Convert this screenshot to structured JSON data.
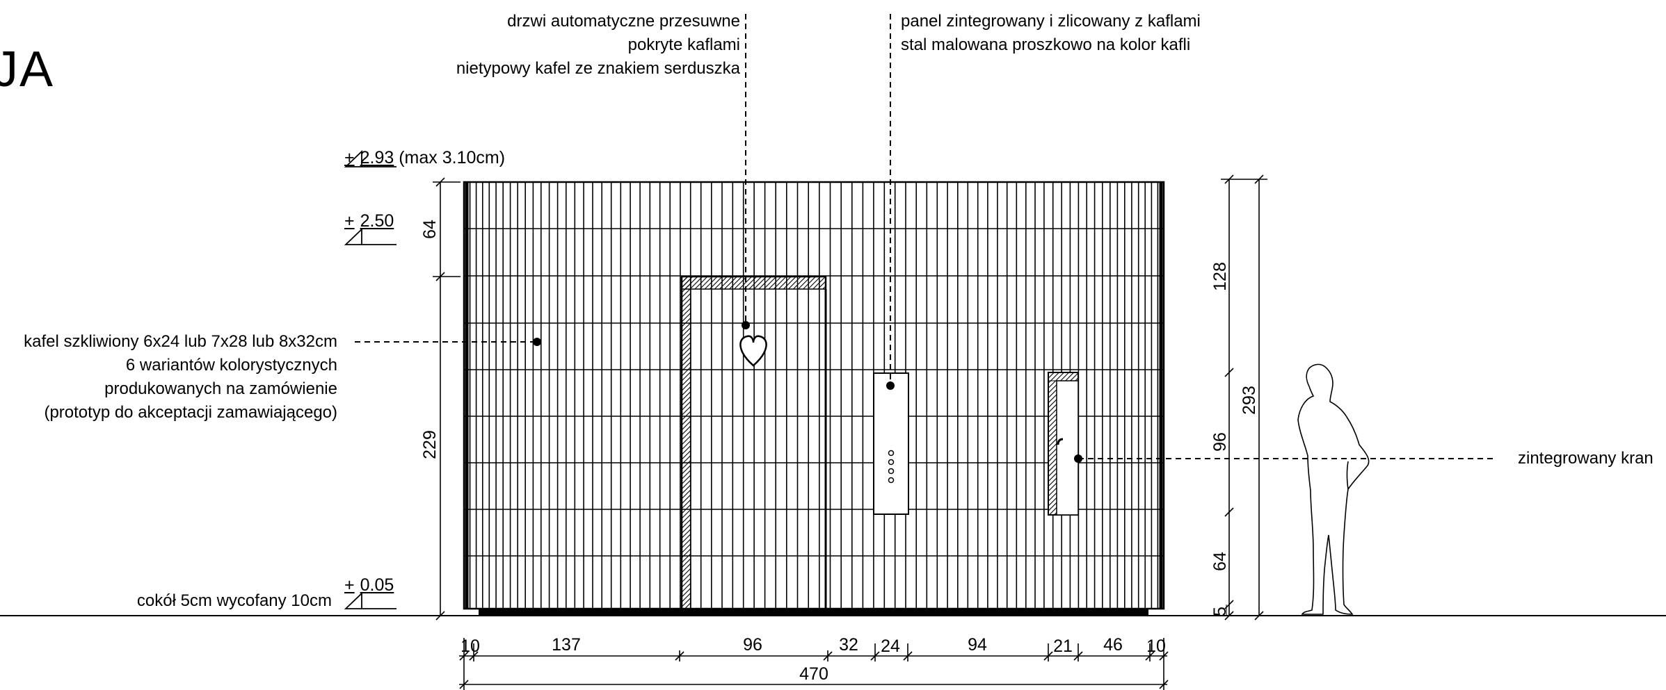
{
  "title": "JA",
  "labels": {
    "door_line1": "drzwi automatyczne przesuwne",
    "door_line2": "pokryte kaflami",
    "door_line3": "nietypowy kafel ze znakiem serduszka",
    "panel_line1": "panel zintegrowany i zlicowany z kaflami",
    "panel_line2": "stal malowana proszkowo na kolor kafli",
    "tile_line1": "kafel szkliwiony 6x24 lub 7x28 lub 8x32cm",
    "tile_line2": "6 wariantów kolorystycznych",
    "tile_line3": "produkowanych na zamówienie",
    "tile_line4": "(prototyp do akceptacji zamawiającego)",
    "plinth": "cokół 5cm wycofany 10cm",
    "tap": "zintegrowany  kran"
  },
  "levels": [
    {
      "sign": "+",
      "value": "2.93",
      "note": "(max 3.10cm)"
    },
    {
      "sign": "+",
      "value": "2.50",
      "note": ""
    },
    {
      "sign": "+",
      "value": "0.05",
      "note": ""
    }
  ],
  "dims_horizontal": [
    "10",
    "137",
    "96",
    "32",
    "24",
    "94",
    "21",
    "46",
    "10"
  ],
  "dim_total": "470",
  "dims_left": [
    "64",
    "229"
  ],
  "dims_right": [
    "128",
    "96",
    "64",
    "5"
  ],
  "dim_right_total": "293"
}
